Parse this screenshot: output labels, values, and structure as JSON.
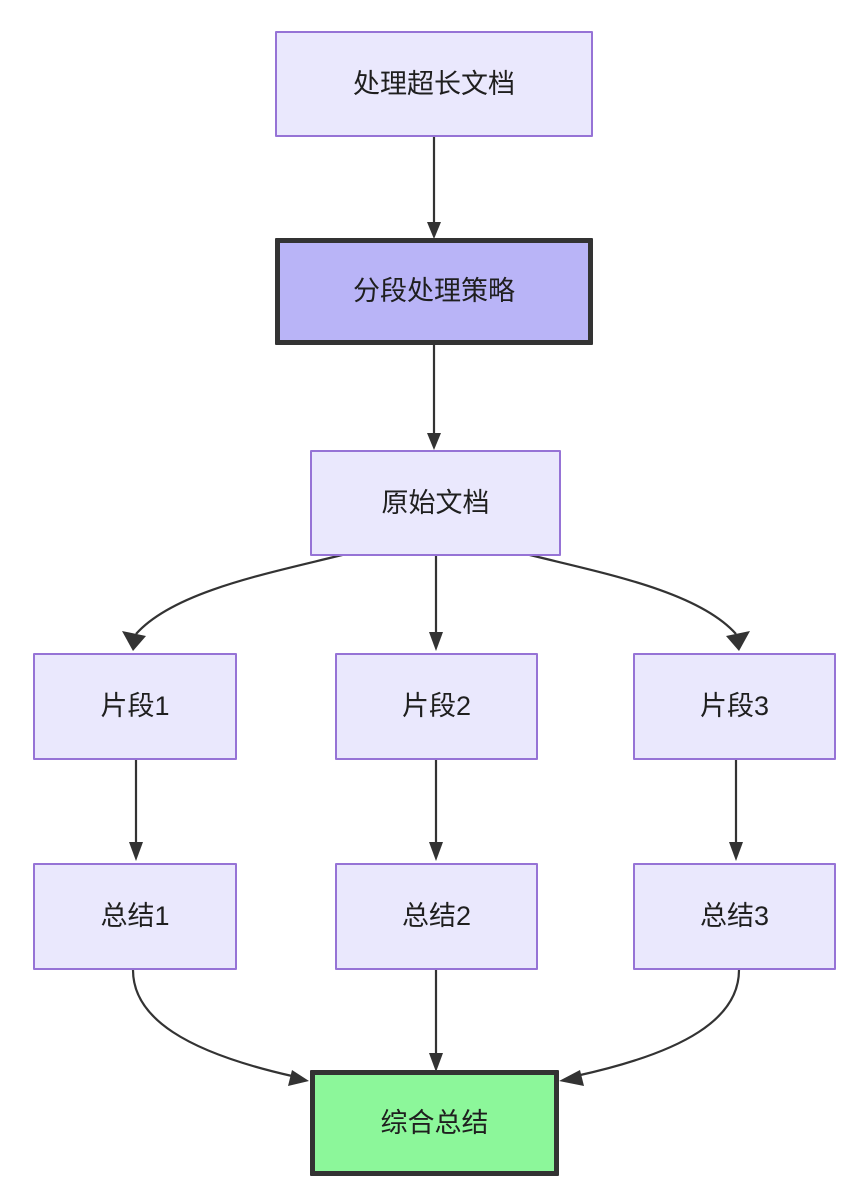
{
  "diagram": {
    "type": "flowchart",
    "direction": "top-to-bottom",
    "background_color": "#ffffff",
    "styles": {
      "normal_fill": "#eae8fd",
      "normal_border": "#9673d6",
      "highlight_fill": "#b9b4f7",
      "highlight_border": "#333333",
      "result_fill": "#8cf79a",
      "result_border": "#333333",
      "edge_color": "#333333",
      "text_color": "#1f1f1f"
    },
    "nodes": [
      {
        "id": "n1",
        "label": "处理超长文档",
        "style": "normal"
      },
      {
        "id": "n2",
        "label": "分段处理策略",
        "style": "highlight"
      },
      {
        "id": "n3",
        "label": "原始文档",
        "style": "normal"
      },
      {
        "id": "n4",
        "label": "片段1",
        "style": "normal"
      },
      {
        "id": "n5",
        "label": "片段2",
        "style": "normal"
      },
      {
        "id": "n6",
        "label": "片段3",
        "style": "normal"
      },
      {
        "id": "n7",
        "label": "总结1",
        "style": "normal"
      },
      {
        "id": "n8",
        "label": "总结2",
        "style": "normal"
      },
      {
        "id": "n9",
        "label": "总结3",
        "style": "normal"
      },
      {
        "id": "n10",
        "label": "综合总结",
        "style": "result"
      }
    ],
    "edges": [
      {
        "from": "处理超长文档",
        "to": "分段处理策略",
        "label": ""
      },
      {
        "from": "分段处理策略",
        "to": "原始文档",
        "label": ""
      },
      {
        "from": "原始文档",
        "to": "片段1",
        "label": ""
      },
      {
        "from": "原始文档",
        "to": "片段2",
        "label": ""
      },
      {
        "from": "原始文档",
        "to": "片段3",
        "label": ""
      },
      {
        "from": "片段1",
        "to": "总结1",
        "label": ""
      },
      {
        "from": "片段2",
        "to": "总结2",
        "label": ""
      },
      {
        "from": "片段3",
        "to": "总结3",
        "label": ""
      },
      {
        "from": "总结1",
        "to": "综合总结",
        "label": ""
      },
      {
        "from": "总结2",
        "to": "综合总结",
        "label": ""
      },
      {
        "from": "总结3",
        "to": "综合总结",
        "label": ""
      }
    ]
  }
}
